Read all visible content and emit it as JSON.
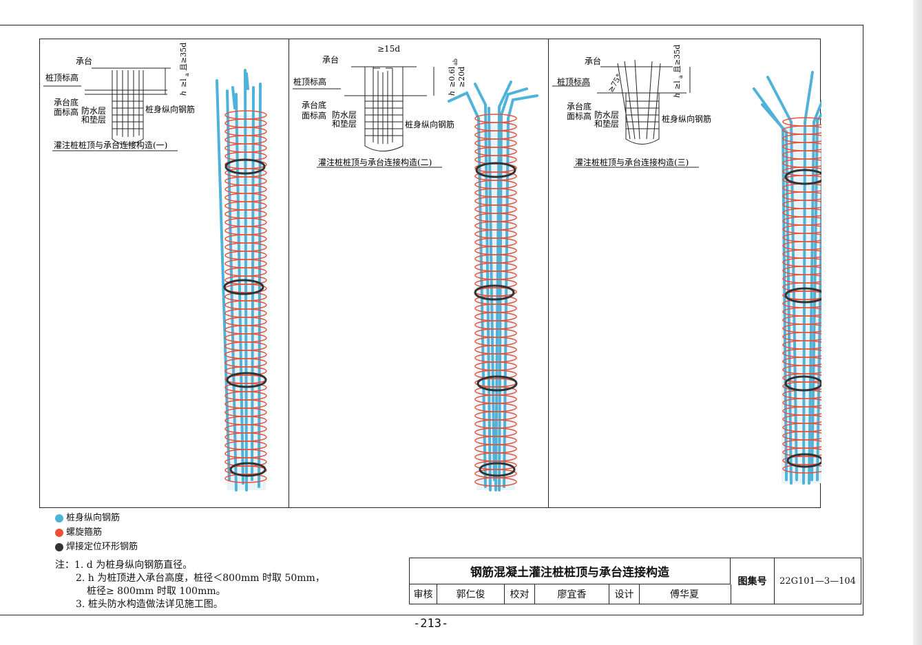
{
  "panels": [
    {
      "caption": "灌注桩桩顶与承台连接构造(一)",
      "labels": {
        "cap": "承台",
        "pile_top": "桩顶标高",
        "cap_bottom": "承台底",
        "cap_bottom2": "面标高",
        "waterproof": "防水层",
        "waterproof2": "和垫层",
        "long_bar": "桩身纵向钢筋",
        "dim1": "h",
        "dim2": "≥l",
        "dim2sub": "a",
        "dim3": "且≥35d"
      }
    },
    {
      "caption": "灌注桩桩顶与承台连接构造(二)",
      "labels": {
        "cap": "承台",
        "pile_top": "桩顶标高",
        "cap_bottom": "承台底",
        "cap_bottom2": "面标高",
        "waterproof": "防水层",
        "waterproof2": "和垫层",
        "long_bar": "桩身纵向钢筋",
        "hook": "≥15d",
        "dim1": "h",
        "dim2": "≥0.6l",
        "dim2sub": "ab",
        "dim3": "≥20d"
      }
    },
    {
      "caption": "灌注桩桩顶与承台连接构造(三)",
      "labels": {
        "cap": "承台",
        "pile_top": "桩顶标高",
        "cap_bottom": "承台底",
        "cap_bottom2": "面标高",
        "waterproof": "防水层",
        "waterproof2": "和垫层",
        "long_bar": "桩身纵向钢筋",
        "angle": "≥75°",
        "dim1": "h",
        "dim2": "≥l",
        "dim2sub": "a",
        "dim3": "且≥35d"
      }
    }
  ],
  "legend": [
    {
      "label": "桩身纵向钢筋",
      "color": "#4fb3d9"
    },
    {
      "label": "螺旋箍筋",
      "color": "#e8503a"
    },
    {
      "label": "焊接定位环形钢筋",
      "color": "#333333"
    }
  ],
  "notes": {
    "prefix": "注：",
    "items": [
      "1. d 为桩身纵向钢筋直径。",
      "2. h 为桩顶进入承台高度，桩径＜800mm 时取 50mm，",
      "桩径≥ 800mm 时取 100mm。",
      "3. 桩头防水构造做法详见施工图。"
    ]
  },
  "title_block": {
    "title": "钢筋混凝土灌注桩桩顶与承台连接构造",
    "atlas_label": "图集号",
    "atlas_number": "22G101—3—104",
    "review_label": "审核",
    "reviewer": "郭仁俊",
    "check_label": "校对",
    "checker": "廖宜香",
    "design_label": "设计",
    "designer": "傅华夏"
  },
  "page_number": "-213-",
  "colors": {
    "long_bar": "#4fb3d9",
    "spiral": "#e8503a",
    "ring": "#333333",
    "line": "#222222"
  }
}
